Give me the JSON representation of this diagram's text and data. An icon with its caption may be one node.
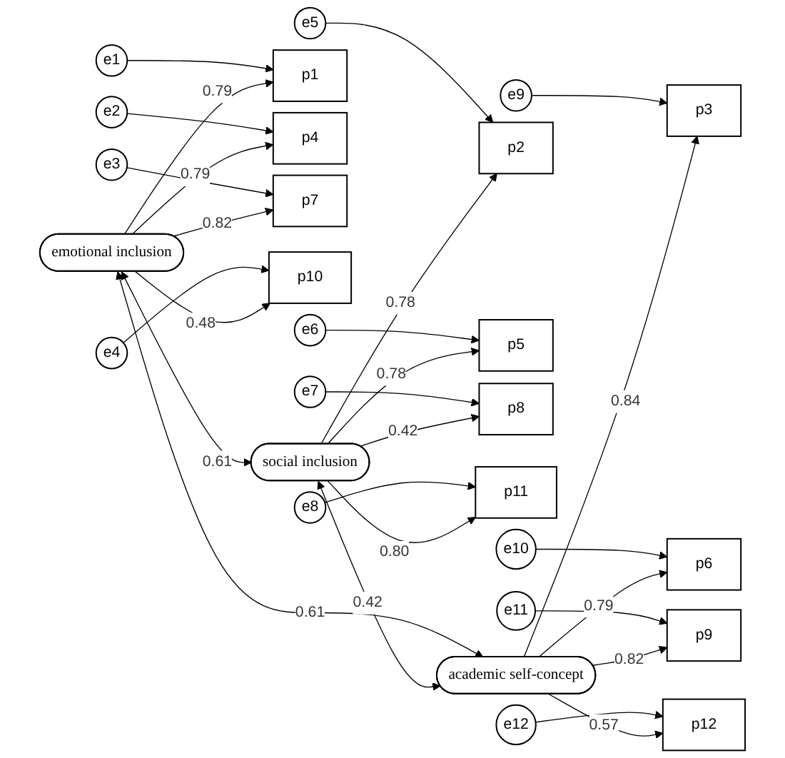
{
  "diagram": {
    "nodes": [
      {
        "text": [
          "emotional inclusion"
        ]
      },
      {
        "text": [
          "social inclusion"
        ]
      },
      {
        "text": [
          "academic self-concept"
        ]
      },
      {
        "text": [
          "p1"
        ]
      },
      {
        "text": [
          "p4"
        ]
      },
      {
        "text": [
          "p7"
        ]
      },
      {
        "text": [
          "p10"
        ]
      },
      {
        "text": [
          "p2"
        ]
      },
      {
        "text": [
          "p5"
        ]
      },
      {
        "text": [
          "p8"
        ]
      },
      {
        "text": [
          "p11"
        ]
      },
      {
        "text": [
          "p3"
        ]
      },
      {
        "text": [
          "p6"
        ]
      },
      {
        "text": [
          "p9"
        ]
      },
      {
        "text": [
          "p12"
        ]
      },
      {
        "text": [
          "e1"
        ]
      },
      {
        "text": [
          "e2"
        ]
      },
      {
        "text": [
          "e3"
        ]
      },
      {
        "text": [
          "e4"
        ]
      },
      {
        "text": [
          "e5"
        ]
      },
      {
        "text": [
          "e6"
        ]
      },
      {
        "text": [
          "e7"
        ]
      },
      {
        "text": [
          "e8"
        ]
      },
      {
        "text": [
          "e9"
        ]
      },
      {
        "text": [
          "e10"
        ]
      },
      {
        "text": [
          "e11"
        ]
      },
      {
        "text": [
          "e12"
        ]
      }
    ],
    "edges": [
      {
        "from": 0,
        "to": 1,
        "arrow": "both",
        "label": "0.61"
      },
      {
        "from": 1,
        "to": 2,
        "arrow": "both",
        "label": "0.42"
      },
      {
        "from": 0,
        "to": 2,
        "arrow": "both",
        "label": "0.61"
      },
      {
        "from": 0,
        "to": 3,
        "arrow": "to",
        "label": "0.79"
      },
      {
        "from": 0,
        "to": 4,
        "arrow": "to",
        "label": "0.79"
      },
      {
        "from": 0,
        "to": 5,
        "arrow": "to",
        "label": "0.82"
      },
      {
        "from": 0,
        "to": 6,
        "arrow": "to",
        "label": "0.48"
      },
      {
        "from": 1,
        "to": 7,
        "arrow": "to",
        "label": "0.78"
      },
      {
        "from": 1,
        "to": 8,
        "arrow": "to",
        "label": "0.78"
      },
      {
        "from": 1,
        "to": 9,
        "arrow": "to",
        "label": "0.42"
      },
      {
        "from": 1,
        "to": 10,
        "arrow": "to",
        "label": "0.80"
      },
      {
        "from": 2,
        "to": 11,
        "arrow": "to",
        "label": "0.84"
      },
      {
        "from": 2,
        "to": 12,
        "arrow": "to",
        "label": "0.79"
      },
      {
        "from": 2,
        "to": 13,
        "arrow": "to",
        "label": "0.82"
      },
      {
        "from": 2,
        "to": 14,
        "arrow": "to",
        "label": "0.57"
      },
      {
        "from": 15,
        "to": 3,
        "arrow": "to"
      },
      {
        "from": 16,
        "to": 4,
        "arrow": "to"
      },
      {
        "from": 17,
        "to": 5,
        "arrow": "to"
      },
      {
        "from": 18,
        "to": 6,
        "arrow": "to"
      },
      {
        "from": 19,
        "to": 7,
        "arrow": "to"
      },
      {
        "from": 20,
        "to": 8,
        "arrow": "to"
      },
      {
        "from": 21,
        "to": 9,
        "arrow": "to"
      },
      {
        "from": 22,
        "to": 10,
        "arrow": "to"
      },
      {
        "from": 23,
        "to": 11,
        "arrow": "to"
      },
      {
        "from": 24,
        "to": 12,
        "arrow": "to"
      },
      {
        "from": 25,
        "to": 13,
        "arrow": "to"
      },
      {
        "from": 26,
        "to": 14,
        "arrow": "to"
      }
    ]
  }
}
